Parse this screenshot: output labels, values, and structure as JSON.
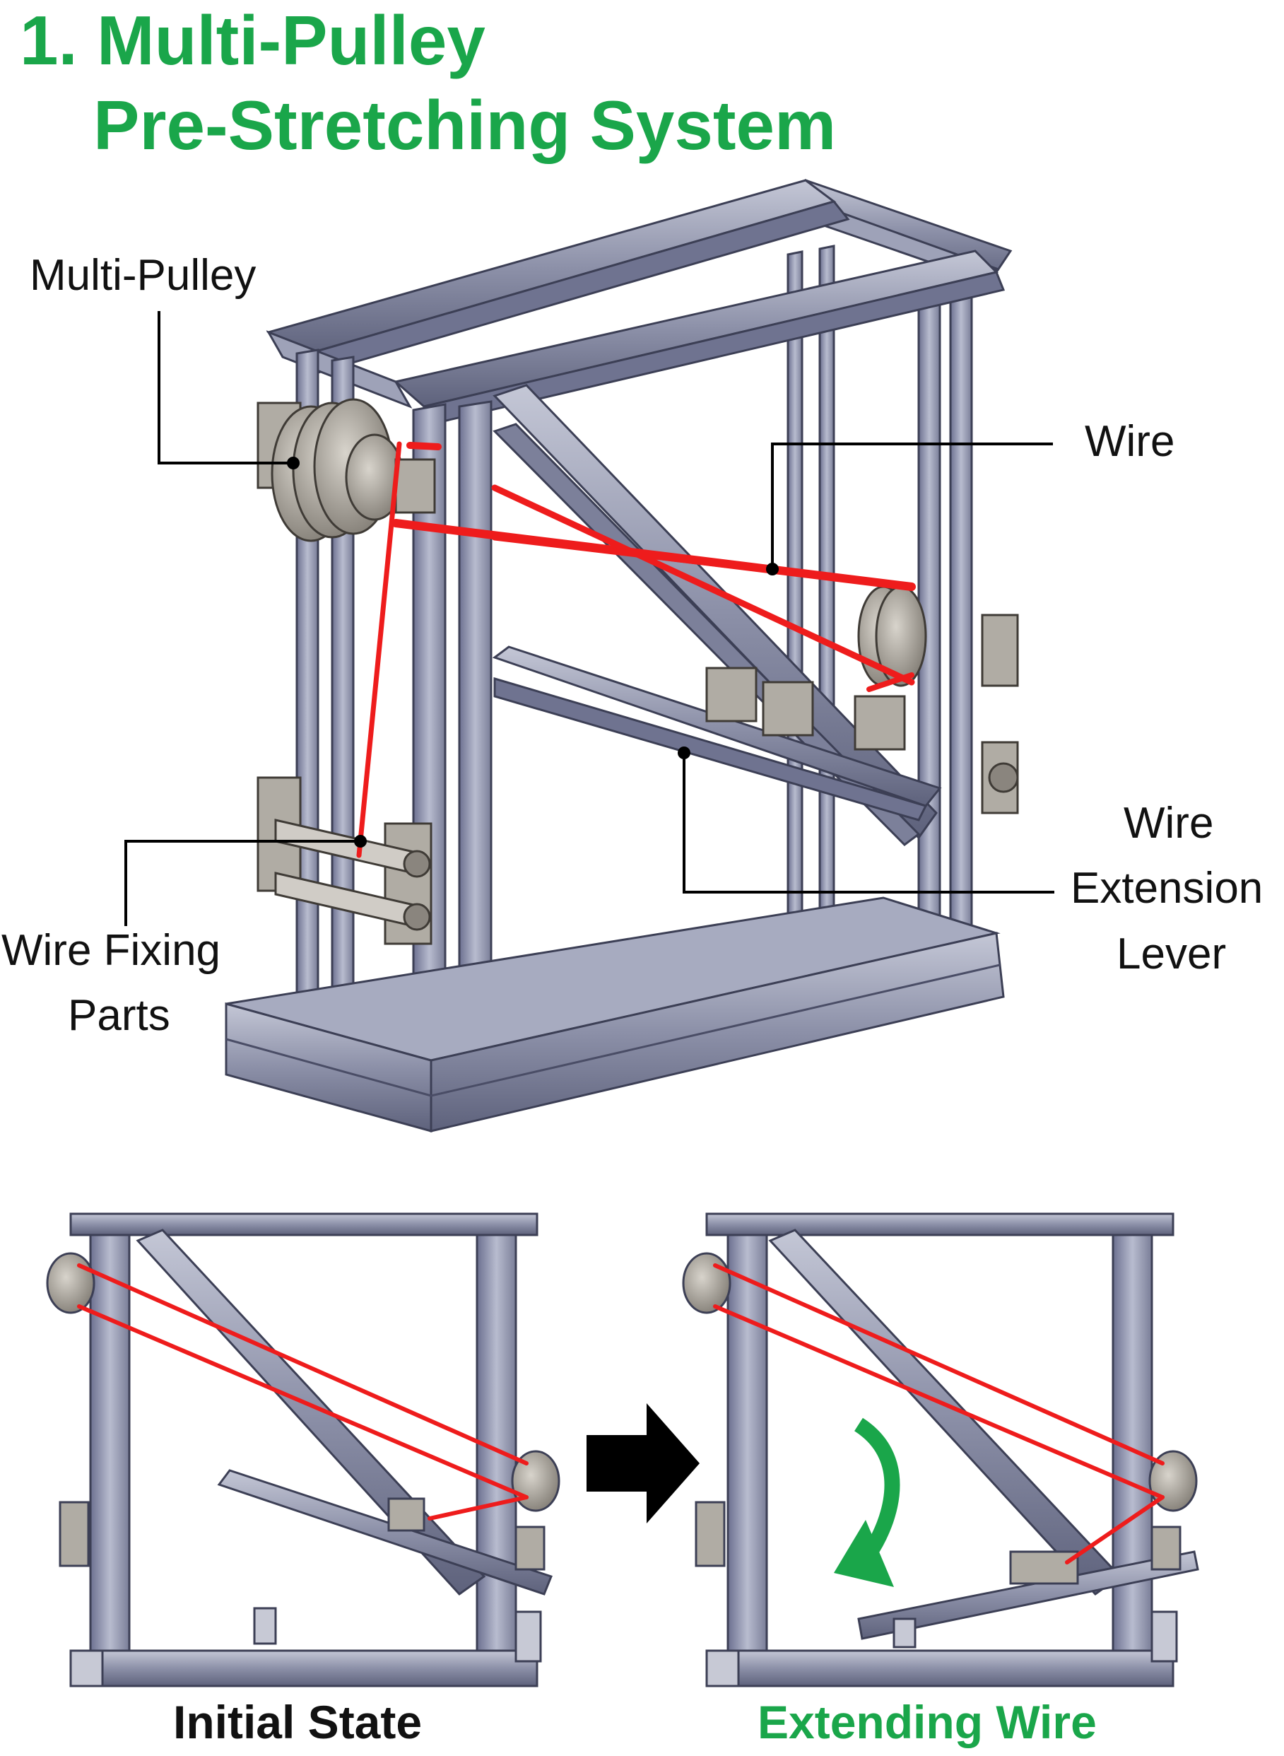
{
  "title": {
    "line1": "1. Multi-Pulley",
    "line2": "Pre-Stretching System"
  },
  "labels": {
    "multi_pulley": "Multi-Pulley",
    "wire": "Wire",
    "wire_fixing_line1": "Wire Fixing",
    "wire_fixing_line2": "Parts",
    "lever_line1": "Wire",
    "lever_line2": "Extension",
    "lever_line3": "Lever"
  },
  "captions": {
    "initial": "Initial State",
    "extending": "Extending Wire"
  },
  "colors": {
    "title_green": "#1aa64a",
    "wire_red": "#ee1c1c",
    "frame_gray": "#8c90a8",
    "arrow_black": "#000000"
  }
}
